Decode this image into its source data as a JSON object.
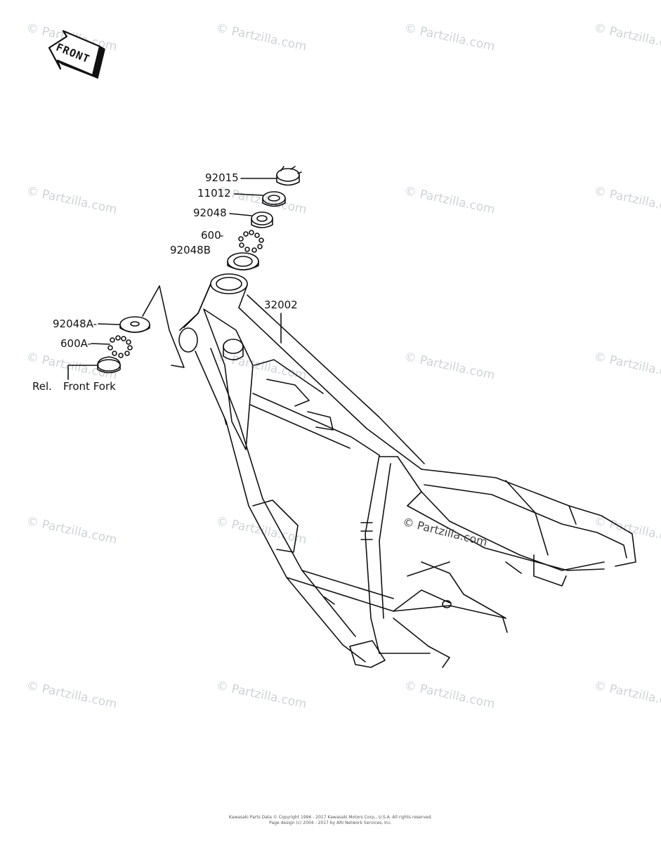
{
  "front_badge": "FRONT",
  "watermark": "© Partzilla.com",
  "center_watermark": "© Partzilla.com",
  "callouts": {
    "p92015": "92015",
    "p11012": "11012",
    "p92048": "92048",
    "p600": "600",
    "p92048B": "92048B",
    "p32002": "32002",
    "p92048A": "92048A-",
    "p600A": "600A-",
    "rel": "Rel.",
    "front_fork": "Front Fork"
  },
  "footer": {
    "line1": "Kawasaki Parts Data © Copyright 1996 - 2017 Kawasaki Motors Corp., U.S.A. All rights reserved.",
    "line2": "Page design (c) 2004 - 2017 by ARI Network Services, Inc."
  }
}
